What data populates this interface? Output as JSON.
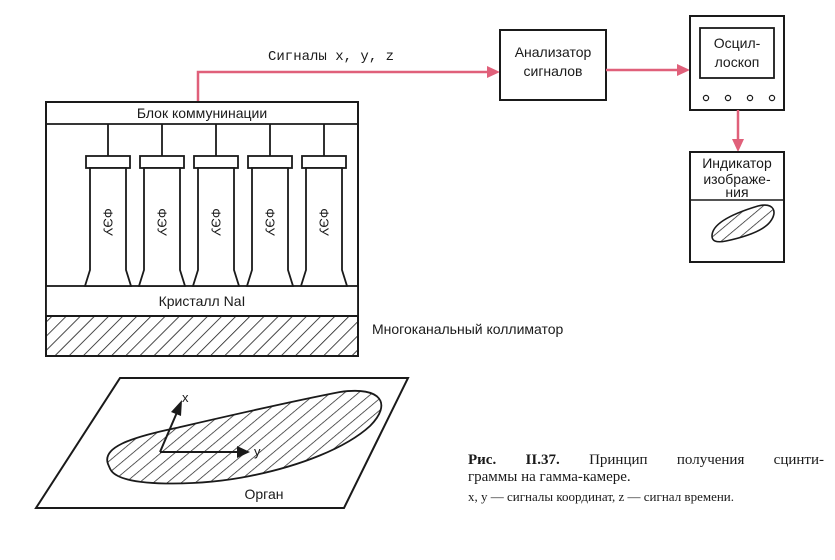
{
  "labels": {
    "signals": "Сигналы x, y, z",
    "comm_block": "Блок коммунинации",
    "analyzer_line1": "Анализатор",
    "analyzer_line2": "сигналов",
    "scope_line1": "Осцил-",
    "scope_line2": "лоскоп",
    "indicator_line1": "Индикатор",
    "indicator_line2": "изображе-",
    "indicator_line3": "ния",
    "pmt": "ФЭУ",
    "crystal": "Кристалл NaI",
    "collimator": "Многоканальный коллиматор",
    "axis_x": "x",
    "axis_y": "y",
    "organ": "Орган"
  },
  "caption": {
    "number": "Рис. II.37.",
    "line1_rest": " Принцип получения сцинти-",
    "line2": "граммы на гамма-камере.",
    "note": "x, y — сигналы координат, z — сигнал времени."
  },
  "colors": {
    "signal_line": "#e0607a",
    "ink": "#1a1a1a"
  }
}
